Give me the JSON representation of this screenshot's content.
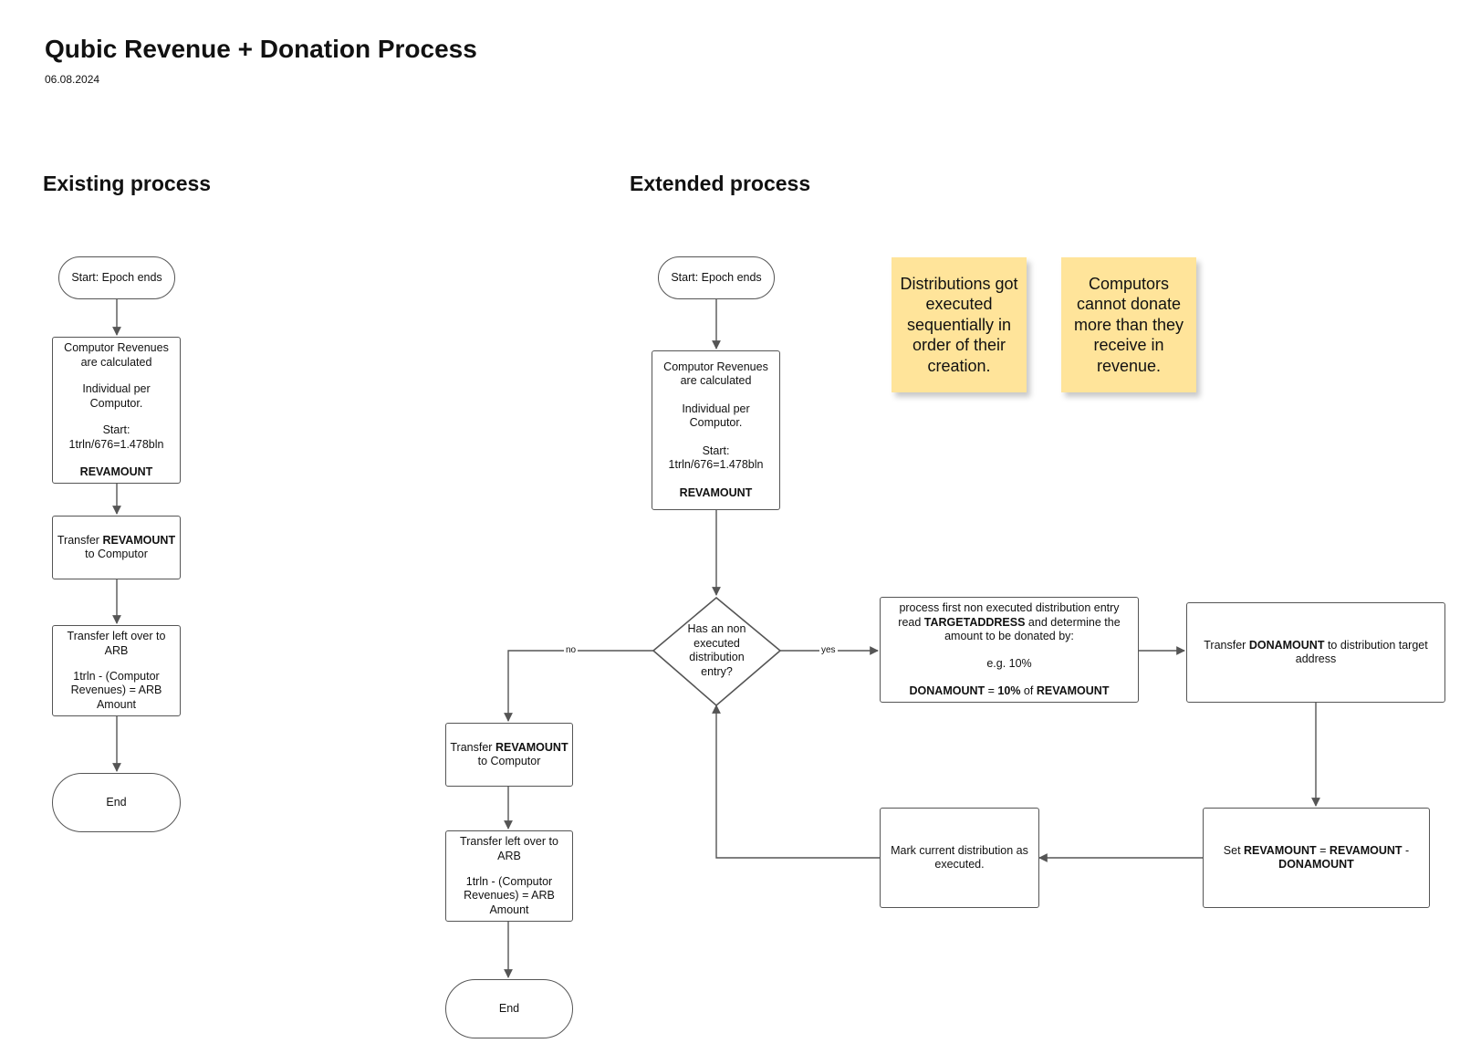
{
  "title": "Qubic Revenue + Donation Process",
  "date": "06.08.2024",
  "sections": {
    "existing": "Existing process",
    "extended": "Extended process"
  },
  "existing": {
    "start": "Start: Epoch ends",
    "revenues": {
      "line1": "Computor Revenues are calculated",
      "line2": "Individual per Computor.",
      "line3a": "Start:",
      "line3b": "1trln/676=1.478bln",
      "var": "REVAMOUNT"
    },
    "transfer": {
      "pre": "Transfer ",
      "var": "REVAMOUNT",
      "post": " to Computor"
    },
    "leftover": {
      "line1": "Transfer left over to ARB",
      "line2": "1trln - (Computor Revenues) = ARB Amount"
    },
    "end": "End"
  },
  "extended": {
    "start": "Start: Epoch ends",
    "revenues": {
      "line1": "Computor Revenues are calculated",
      "line2": "Individual per Computor.",
      "line3a": "Start:",
      "line3b": "1trln/676=1.478bln",
      "var": "REVAMOUNT"
    },
    "decision": "Has an non executed distribution entry?",
    "label_no": "no",
    "label_yes": "yes",
    "process_entry": {
      "line1": "process first non executed distribution entry",
      "line2_pre": "read ",
      "line2_var": "TARGETADDRESS",
      "line2_post": " and determine the amount to be donated by:",
      "example": "e.g. 10%",
      "f_var1": "DONAMOUNT",
      "f_eq": " = ",
      "f_pct": "10%",
      "f_of": " of ",
      "f_var2": "REVAMOUNT"
    },
    "transfer_don": {
      "pre": "Transfer ",
      "var": "DONAMOUNT",
      "post": " to distribution target address"
    },
    "set_rev": {
      "pre": "Set ",
      "var1": "REVAMOUNT",
      "eq": " = ",
      "var2": "REVAMOUNT",
      "minus": " - ",
      "var3": "DONAMOUNT"
    },
    "mark": "Mark current distribution as executed.",
    "transfer": {
      "pre": "Transfer ",
      "var": "REVAMOUNT",
      "post": " to Computor"
    },
    "leftover": {
      "line1": "Transfer left over to ARB",
      "line2": "1trln - (Computor Revenues) = ARB Amount"
    },
    "end": "End"
  },
  "notes": [
    "Distributions got executed sequentially in order of their creation.",
    "Computors cannot donate more than they receive in revenue."
  ],
  "colors": {
    "sticky": "#ffe49a",
    "line": "#555555"
  }
}
